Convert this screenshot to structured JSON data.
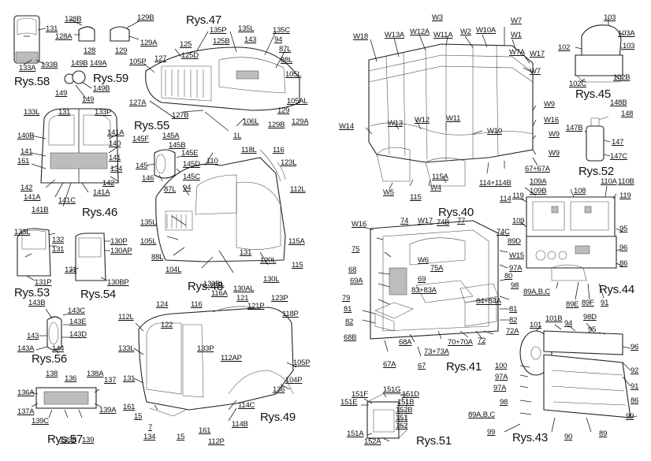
{
  "figures": [
    {
      "id": "58",
      "title": "Rys.58",
      "labels": [
        "131",
        "133A",
        "133B"
      ]
    },
    {
      "id": "47",
      "title": "Rys.47",
      "labels": [
        "128B",
        "129B",
        "128A",
        "129A",
        "128",
        "129",
        "125",
        "135P",
        "135L",
        "135C",
        "105P",
        "127",
        "125D",
        "125B",
        "143",
        "94",
        "87L",
        "88L",
        "105L",
        "127A",
        "127B",
        "1L",
        "106L",
        "129B",
        "129",
        "129A",
        "105AL"
      ]
    },
    {
      "id": "59",
      "title": "Rys.59",
      "labels": [
        "149B",
        "149A",
        "149",
        "149B",
        "149"
      ]
    },
    {
      "id": "46",
      "title": "Rys.46",
      "labels": [
        "133L",
        "131",
        "133P",
        "141A",
        "140B",
        "140",
        "141",
        "141",
        "161",
        "134",
        "142",
        "142",
        "141A",
        "141C",
        "141A",
        "141B"
      ]
    },
    {
      "id": "55",
      "title": "Rys.55",
      "labels": [
        "145F",
        "145A",
        "145B",
        "145E",
        "145",
        "145D",
        "146",
        "145C"
      ]
    },
    {
      "id": "48",
      "title": "Rys.48",
      "labels": [
        "110",
        "118L",
        "116",
        "123L",
        "94",
        "87L",
        "112L",
        "135L",
        "105L",
        "115A",
        "88L",
        "131",
        "104L",
        "120L",
        "115",
        "130L",
        "130BL",
        "130AL"
      ]
    },
    {
      "id": "53",
      "title": "Rys.53",
      "labels": [
        "133L",
        "132",
        "131",
        "131P"
      ]
    },
    {
      "id": "54",
      "title": "Rys.54",
      "labels": [
        "130P",
        "130AP",
        "131",
        "130BP"
      ]
    },
    {
      "id": "56",
      "title": "Rys.56",
      "labels": [
        "143B",
        "143C",
        "143E",
        "143",
        "143D",
        "143A",
        "144"
      ]
    },
    {
      "id": "49",
      "title": "Rys.49",
      "labels": [
        "116A",
        "121",
        "121P",
        "123P",
        "124",
        "116",
        "118P",
        "112L",
        "122",
        "133L",
        "133P",
        "112AP",
        "105P",
        "131",
        "104P",
        "136",
        "161",
        "15",
        "114C",
        "7",
        "134",
        "15",
        "161",
        "114B",
        "112P"
      ]
    },
    {
      "id": "57",
      "title": "Rys.57",
      "labels": [
        "138",
        "136",
        "138A",
        "137",
        "136A",
        "137A",
        "139A",
        "139C",
        "139B",
        "139"
      ]
    },
    {
      "id": "40",
      "title": "Rys.40",
      "labels": [
        "W3",
        "W7",
        "W18",
        "W13A",
        "W12A",
        "W11A",
        "W2",
        "W10A",
        "W1",
        "W7A",
        "W17",
        "W7",
        "W9",
        "W16",
        "W9",
        "W14",
        "W13",
        "W12",
        "W11",
        "W10",
        "W9",
        "67+67A",
        "W5",
        "115",
        "W4",
        "115A",
        "114+114B",
        "114"
      ]
    },
    {
      "id": "45",
      "title": "Rys.45",
      "labels": [
        "103",
        "103A",
        "102",
        "103",
        "102B",
        "102C"
      ]
    },
    {
      "id": "52",
      "title": "Rys.52",
      "labels": [
        "148B",
        "148",
        "147B",
        "147",
        "147C"
      ]
    },
    {
      "id": "41",
      "title": "Rys.41",
      "labels": [
        "W16",
        "74",
        "W17",
        "74B",
        "77",
        "74C",
        "W6",
        "89D",
        "75",
        "W15",
        "68",
        "75A",
        "69A",
        "69",
        "80",
        "97A",
        "98",
        "79",
        "83+83A",
        "84+84A",
        "81",
        "81",
        "82",
        "82",
        "72A",
        "68B",
        "68A",
        "73+73A",
        "70+70A",
        "72",
        "67A",
        "67"
      ]
    },
    {
      "id": "44",
      "title": "Rys.44",
      "labels": [
        "109A",
        "108",
        "110A",
        "110B",
        "109B",
        "119",
        "119",
        "109",
        "95",
        "96",
        "86",
        "89A,B,C",
        "89E",
        "89F",
        "91"
      ]
    },
    {
      "id": "43",
      "title": "Rys.43",
      "labels": [
        "101",
        "101B",
        "94",
        "98D",
        "95",
        "96",
        "100",
        "92",
        "97A",
        "97A",
        "91",
        "98",
        "86",
        "89A,B,C",
        "99",
        "99",
        "90",
        "89"
      ]
    },
    {
      "id": "51",
      "title": "Rys.51",
      "labels": [
        "151F",
        "151G",
        "151D",
        "151E",
        "151B",
        "152B",
        "151",
        "152",
        "151A",
        "152A"
      ]
    }
  ]
}
